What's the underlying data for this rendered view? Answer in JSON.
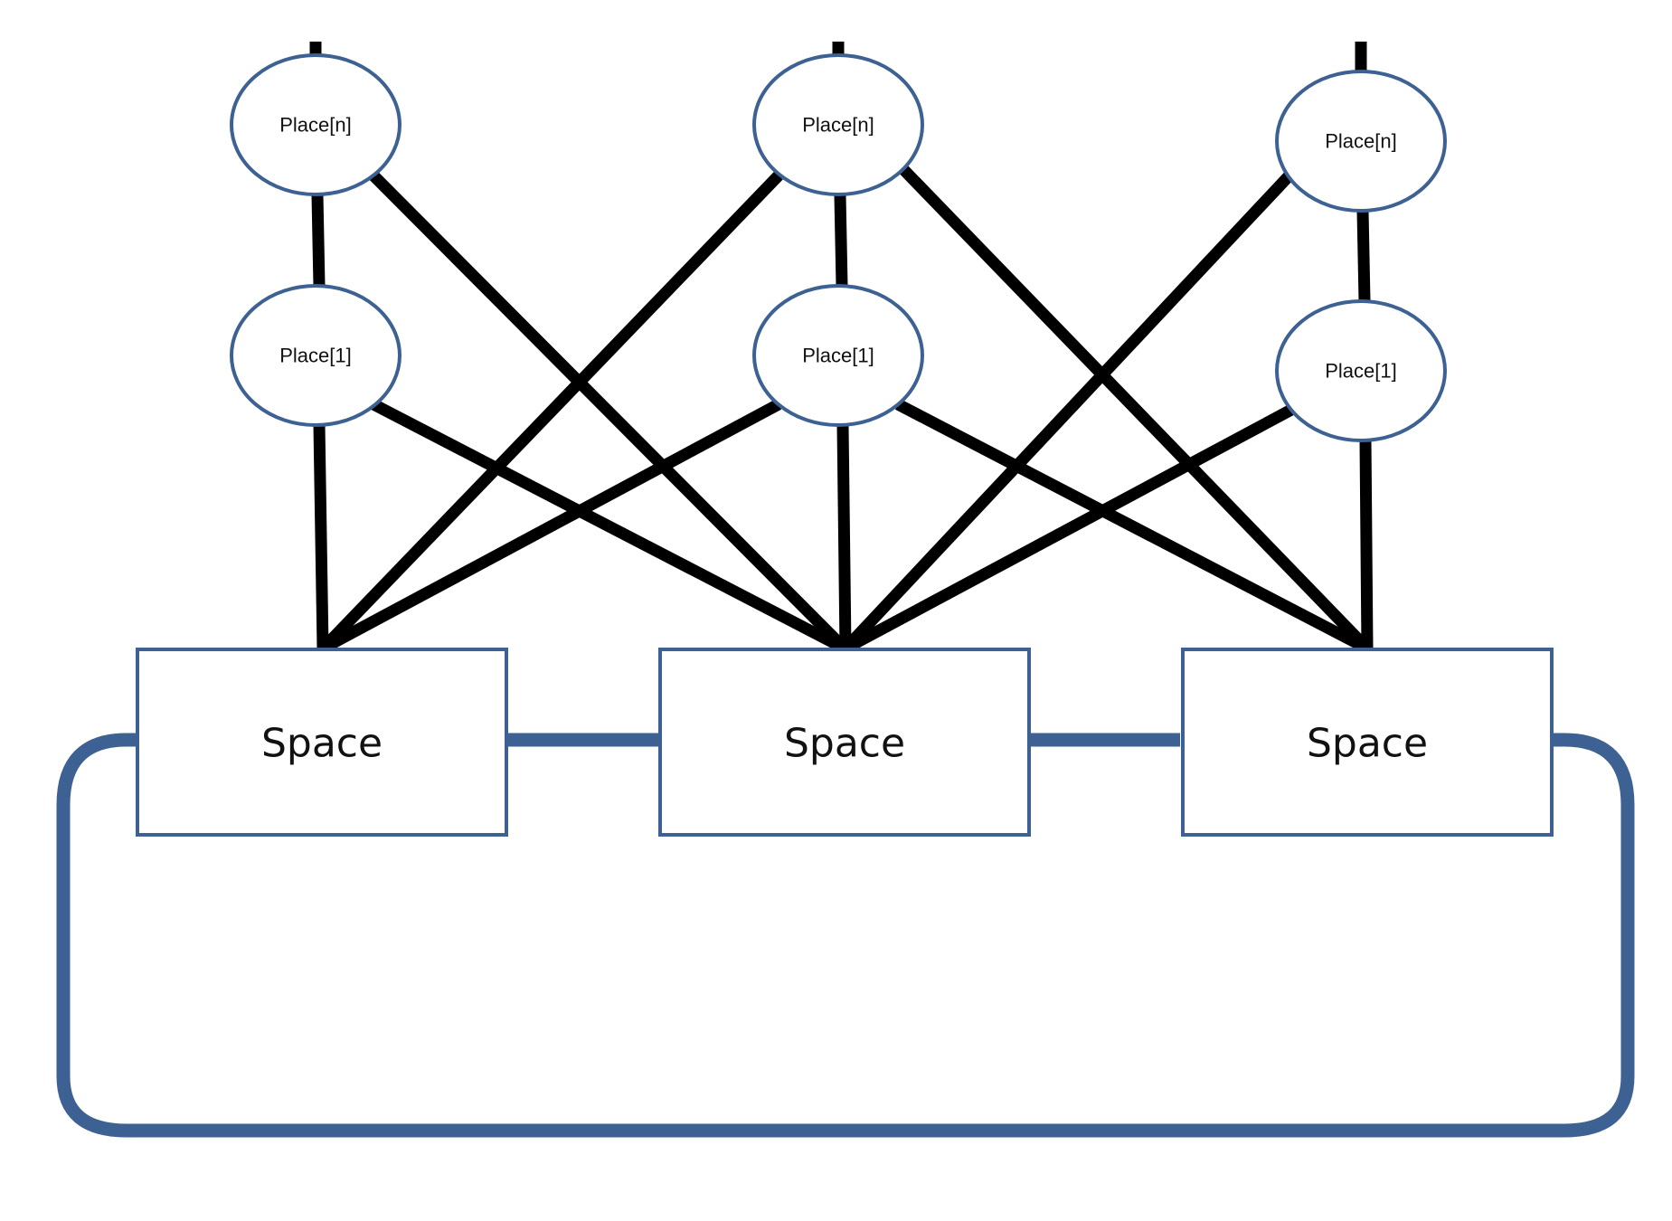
{
  "colors": {
    "shape_stroke": "#3c6192",
    "connector": "#000000",
    "background": "#ffffff"
  },
  "places": [
    {
      "id": "c1-pn",
      "label": "Place[n]"
    },
    {
      "id": "c1-p1",
      "label": "Place[1]"
    },
    {
      "id": "c2-pn",
      "label": "Place[n]"
    },
    {
      "id": "c2-p1",
      "label": "Place[1]"
    },
    {
      "id": "c3-pn",
      "label": "Place[n]"
    },
    {
      "id": "c3-p1",
      "label": "Place[1]"
    }
  ],
  "spaces": [
    {
      "id": "s1",
      "label": "Space"
    },
    {
      "id": "s2",
      "label": "Space"
    },
    {
      "id": "s3",
      "label": "Space"
    }
  ],
  "connections": [
    {
      "from": "c1-pn",
      "to": "c1-p1"
    },
    {
      "from": "c1-p1",
      "to": "s1"
    },
    {
      "from": "c1-pn",
      "to": "s2"
    },
    {
      "from": "c1-p1",
      "to": "s2"
    },
    {
      "from": "c2-pn",
      "to": "c2-p1"
    },
    {
      "from": "c2-p1",
      "to": "s2"
    },
    {
      "from": "c2-pn",
      "to": "s1"
    },
    {
      "from": "c2-p1",
      "to": "s1"
    },
    {
      "from": "c2-pn",
      "to": "s3"
    },
    {
      "from": "c2-p1",
      "to": "s3"
    },
    {
      "from": "c3-pn",
      "to": "c3-p1"
    },
    {
      "from": "c3-p1",
      "to": "s3"
    },
    {
      "from": "c3-pn",
      "to": "s2"
    },
    {
      "from": "c3-p1",
      "to": "s2"
    }
  ],
  "ring": {
    "connects": [
      "s1",
      "s2",
      "s3"
    ]
  }
}
